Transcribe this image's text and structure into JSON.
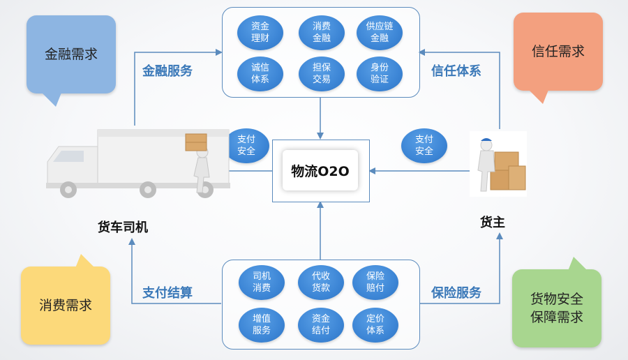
{
  "top_panel": {
    "items": [
      {
        "label": "资金\n理财"
      },
      {
        "label": "消费\n金融"
      },
      {
        "label": "供应链\n金融"
      },
      {
        "label": "诚信\n体系"
      },
      {
        "label": "担保\n交易"
      },
      {
        "label": "身份\n验证"
      }
    ]
  },
  "bottom_panel": {
    "items": [
      {
        "label": "司机\n消费"
      },
      {
        "label": "代收\n货款"
      },
      {
        "label": "保险\n赔付"
      },
      {
        "label": "增值\n服务"
      },
      {
        "label": "资金\n结付"
      },
      {
        "label": "定价\n体系"
      }
    ]
  },
  "center": {
    "label": "物流O2O"
  },
  "edges": {
    "finance_service": "金融服务",
    "trust_system": "信任体系",
    "payment_settlement": "支付结算",
    "insurance_service": "保险服务",
    "pay_safety_left": "支付\n安全",
    "pay_safety_right": "支付\n安全"
  },
  "roles": {
    "driver": "货车司机",
    "shipper": "货主"
  },
  "callouts": {
    "finance_demand": {
      "label": "金融需求",
      "color": "#8db5e2"
    },
    "trust_demand": {
      "label": "信任需求",
      "color": "#f3a07f"
    },
    "consumption_demand": {
      "label": "消费需求",
      "color": "#fcd97a"
    },
    "cargo_safety_demand": {
      "label": "货物安全\n保障需求",
      "color": "#a8d68f"
    }
  },
  "colors": {
    "accent": "#3a78b8",
    "line": "#5b8bbd",
    "oval": "#3d86d6"
  }
}
